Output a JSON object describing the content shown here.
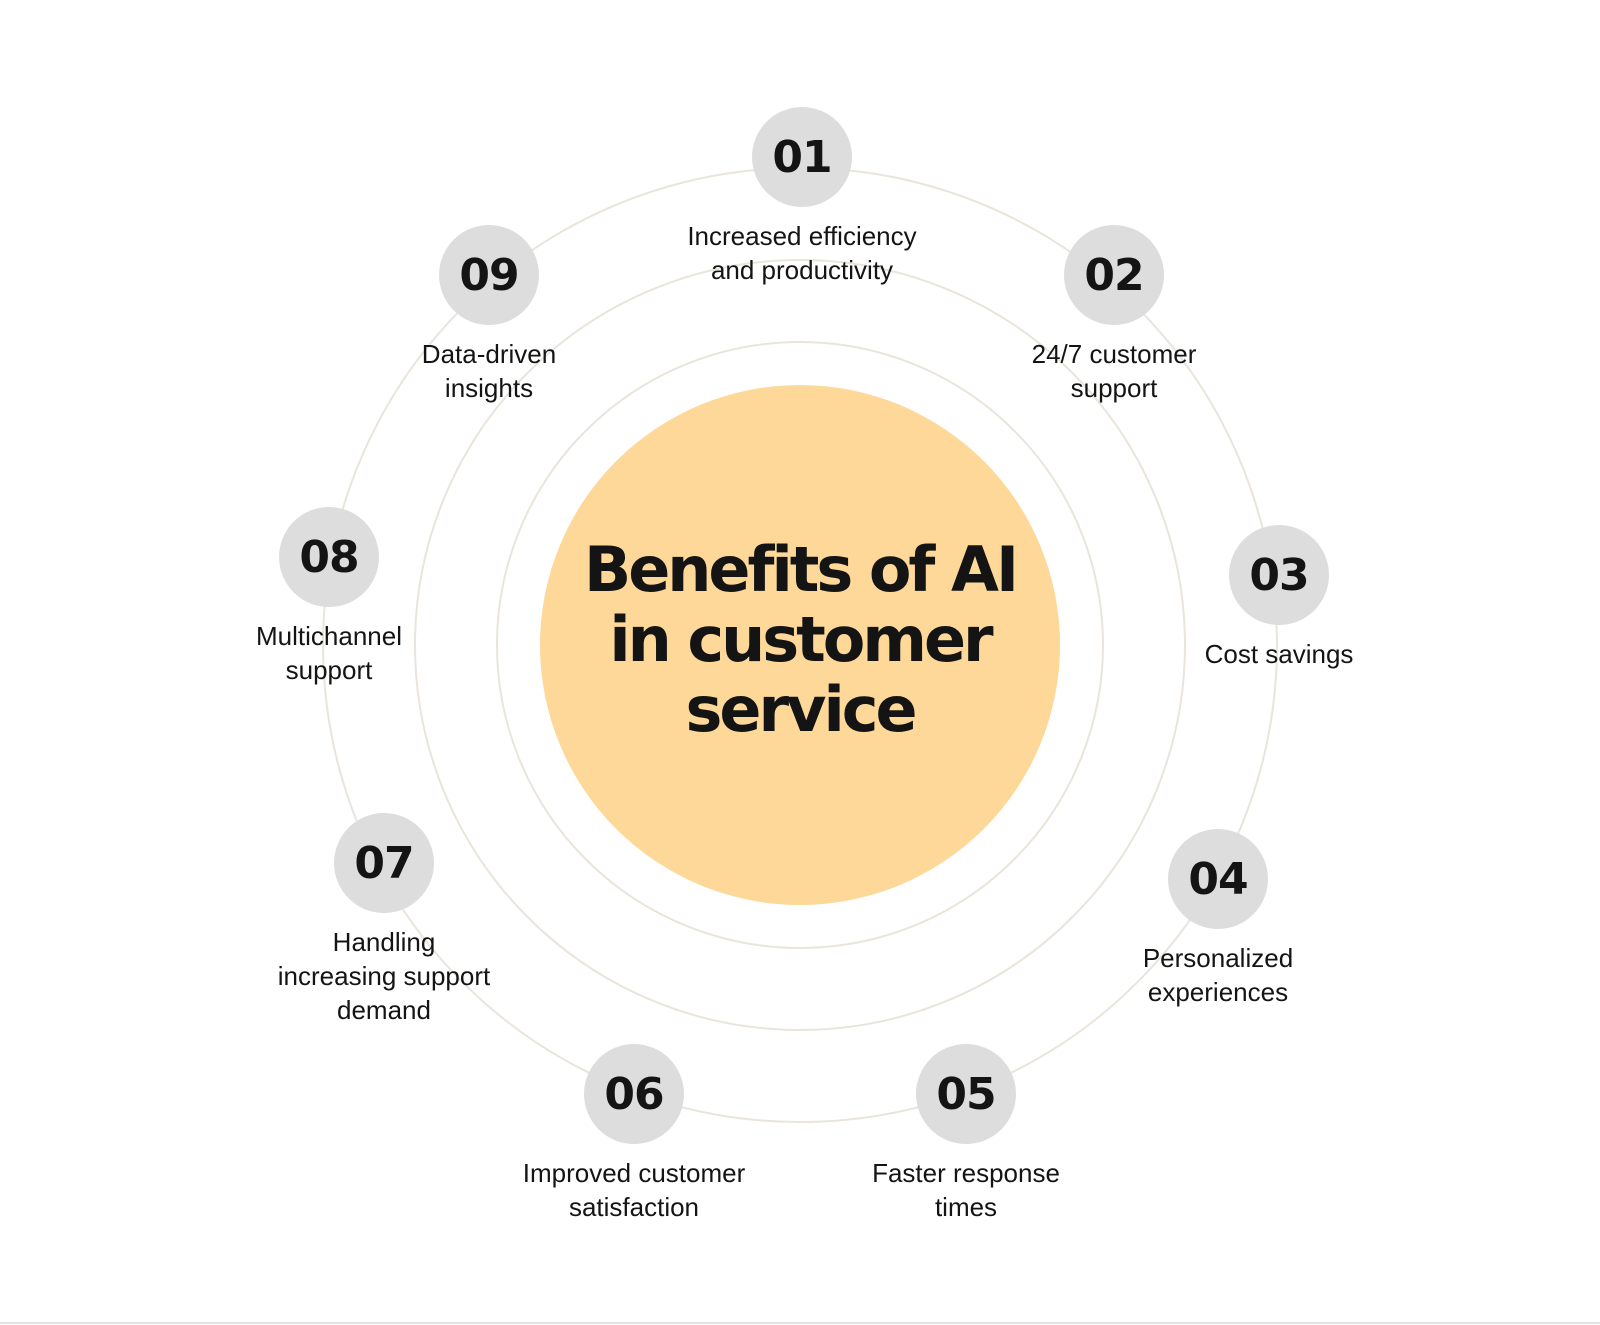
{
  "title_lines": [
    "Benefits of AI",
    "in customer",
    "service"
  ],
  "colors": {
    "center_fill": "#FDD898",
    "node_fill": "#DDDDDD",
    "ring_stroke": "#E9E5DD",
    "text": "#141414"
  },
  "benefits": [
    {
      "number": "01",
      "lines": [
        "Increased efficiency",
        "and productivity"
      ]
    },
    {
      "number": "02",
      "lines": [
        "24/7 customer",
        "support"
      ]
    },
    {
      "number": "03",
      "lines": [
        "Cost savings"
      ]
    },
    {
      "number": "04",
      "lines": [
        "Personalized",
        "experiences"
      ]
    },
    {
      "number": "05",
      "lines": [
        "Faster response",
        "times"
      ]
    },
    {
      "number": "06",
      "lines": [
        "Improved customer",
        "satisfaction"
      ]
    },
    {
      "number": "07",
      "lines": [
        "Handling",
        "increasing support",
        "demand"
      ]
    },
    {
      "number": "08",
      "lines": [
        "Multichannel",
        "support"
      ]
    },
    {
      "number": "09",
      "lines": [
        "Data-driven",
        "insights"
      ]
    }
  ]
}
